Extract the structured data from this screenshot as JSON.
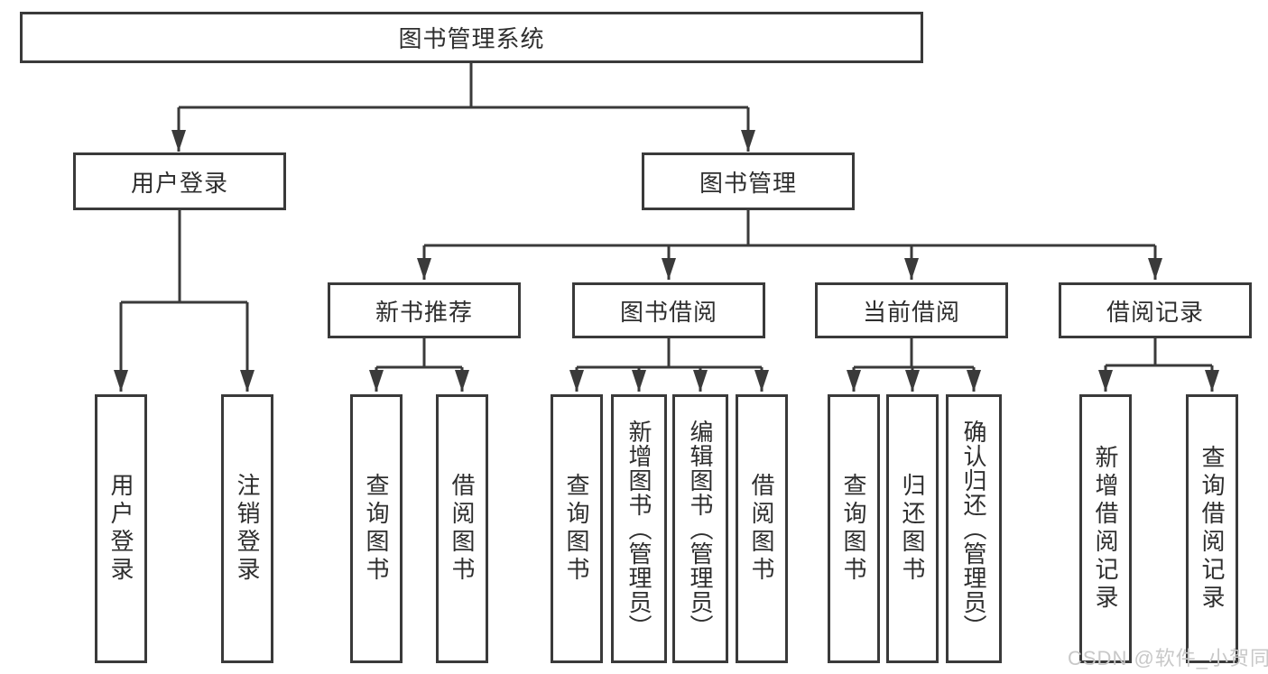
{
  "diagram": {
    "root": {
      "label": "图书管理系统"
    },
    "level1": [
      {
        "label": "用户登录",
        "children": [
          "用户登录",
          "注销登录"
        ]
      },
      {
        "label": "图书管理"
      }
    ],
    "level2": [
      {
        "label": "新书推荐",
        "children": [
          "查询图书",
          "借阅图书"
        ]
      },
      {
        "label": "图书借阅",
        "children": [
          "查询图书",
          "新增图书（管理员）",
          "编辑图书（管理员）",
          "借阅图书"
        ]
      },
      {
        "label": "当前借阅",
        "children": [
          "查询图书",
          "归还图书",
          "确认归还（管理员）"
        ]
      },
      {
        "label": "借阅记录",
        "children": [
          "新增借阅记录",
          "查询借阅记录"
        ]
      }
    ]
  },
  "watermark": {
    "text": "CSDN @软件_小贺同学",
    "color": "#c8c8c8"
  },
  "style": {
    "line_color": "#3a3a3a",
    "box_border_color": "#3a3a3a",
    "text_color": "#2e2e2e",
    "background": "#ffffff"
  }
}
